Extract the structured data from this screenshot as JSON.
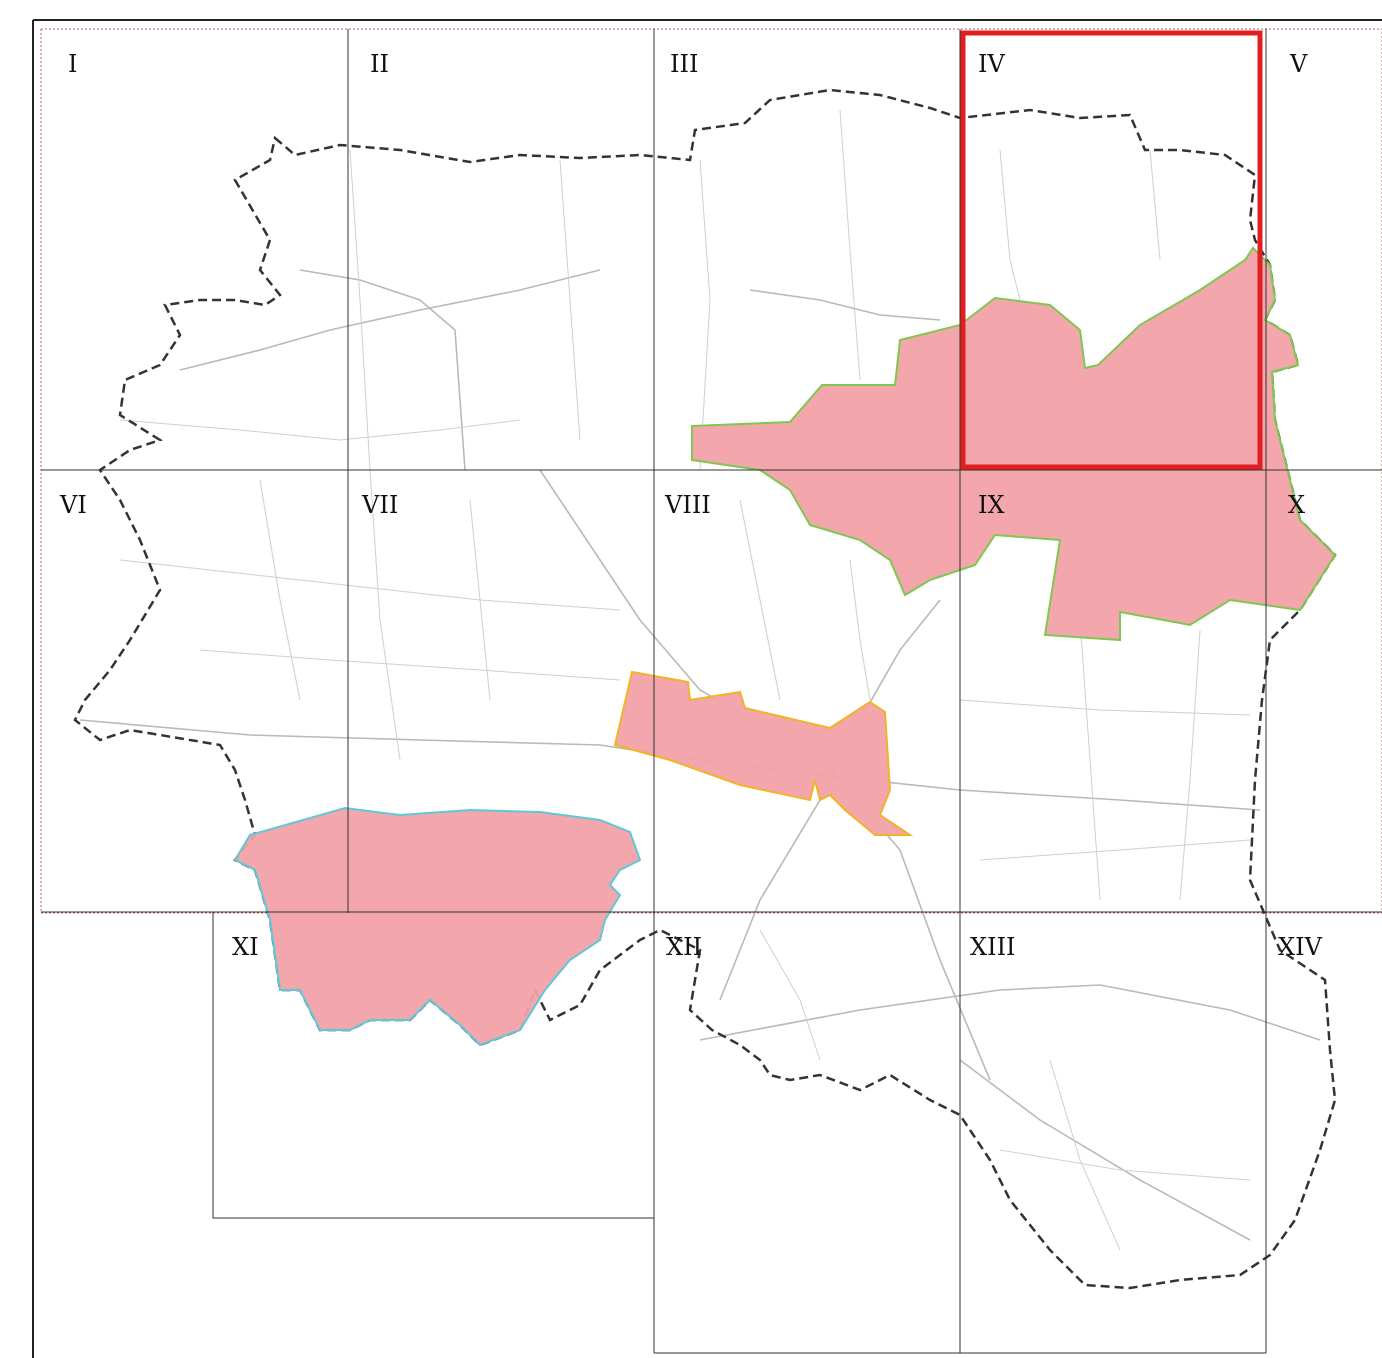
{
  "map": {
    "sheets": [
      {
        "id": "I",
        "label": "I"
      },
      {
        "id": "II",
        "label": "II"
      },
      {
        "id": "III",
        "label": "III"
      },
      {
        "id": "IV",
        "label": "IV",
        "highlighted": true
      },
      {
        "id": "V",
        "label": "V"
      },
      {
        "id": "VI",
        "label": "VI"
      },
      {
        "id": "VII",
        "label": "VII"
      },
      {
        "id": "VIII",
        "label": "VIII"
      },
      {
        "id": "IX",
        "label": "IX"
      },
      {
        "id": "X",
        "label": "X"
      },
      {
        "id": "XI",
        "label": "XI"
      },
      {
        "id": "XII",
        "label": "XII"
      },
      {
        "id": "XIII",
        "label": "XIII"
      },
      {
        "id": "XIV",
        "label": "XIV"
      }
    ],
    "colors": {
      "zone_fill": "#f2a1a6",
      "zone_north_outline": "#7ec850",
      "zone_central_outline": "#f0b428",
      "zone_southwest_outline": "#5fc8d8",
      "highlight_frame": "#e02020",
      "boundary": "#333333",
      "grid_line": "#333333",
      "page_frame": "#c06060"
    }
  }
}
